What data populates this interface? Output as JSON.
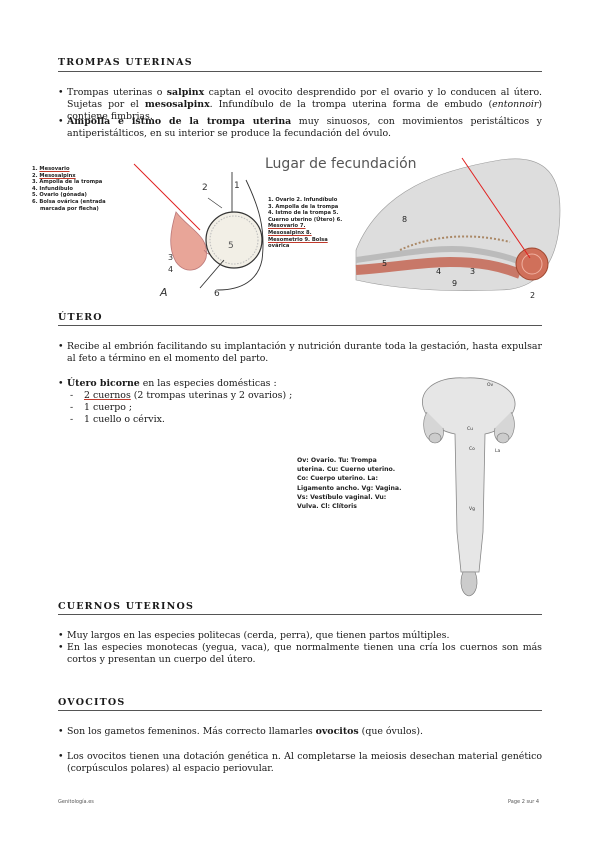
{
  "sections": {
    "trompas": {
      "heading": "TROMPAS UTERINAS",
      "b1": {
        "p1": "Trompas uterinas o ",
        "s1": "salpinx",
        "p2": " captan el ovocito desprendido por el ovario y lo conducen al útero. Sujetas por el ",
        "s2": "mesosalpinx",
        "p3": ". Infundíbulo de la trompa uterina forma de embudo (",
        "i1": "entonnoir",
        "p4": ") contiene fimbrias."
      },
      "b2": {
        "s1": "Ampolla e istmo de la trompa uterina",
        "p1": " muy sinuosos, con movimientos peristálticos y antiperistálticos, en su interior se produce la fecundación del óvulo."
      }
    },
    "figure1": {
      "legend": [
        "Mesovario",
        "Mesosalpinx",
        "Ampolla de la trompa",
        "Infundíbulo",
        "Ovario (gónada)",
        "Bolsa ovárica (entrada",
        "marcada por flecha)"
      ],
      "numbers": [
        "1.",
        "2.",
        "3.",
        "4.",
        "5.",
        "6."
      ],
      "diagram_labels": [
        "2",
        "1",
        "5",
        "3",
        "4",
        "A",
        "6"
      ],
      "title": "Lugar de fecundación",
      "legend2": [
        "1. Ovario  2. Infundíbulo",
        "3. Ampolla de la trompa",
        "4. Istmo de la trompa 5.",
        "Cuerno uterino (Útero) 6.",
        "Mesovario              7.",
        "Mesosalpinx            8.",
        "Mesometrio     9.   Bolsa",
        "ovárica"
      ],
      "photo_labels": [
        "8",
        "5",
        "4",
        "9",
        "3",
        "2"
      ]
    },
    "utero": {
      "heading": "ÚTERO",
      "b1": "Recibe al embrión facilitando su implantación y nutrición durante toda la gestación, hasta expulsar al feto a término en el momento del parto.",
      "b2": {
        "s1": "Útero bicorne",
        "p1": " en las especies domésticas :"
      },
      "subs": [
        {
          "u": "2 cuernos",
          "t": " (2 trompas uterinas y 2 ovarios) ;"
        },
        {
          "u": "",
          "t": "1 cuerpo ;"
        },
        {
          "u": "",
          "t": "1 cuello o cérvix."
        }
      ],
      "figure_legend": [
        "Ov: Ovario. Tu: Trompa",
        "uterina. Cu: Cuerno uterino.",
        "Co: Cuerpo uterino. La:",
        "Ligamento ancho. Vg: Vagina.",
        "Vs: Vestíbulo vaginal. Vu:",
        "Vulva. Cl: Clítoris"
      ],
      "figure_labels": [
        "Ov",
        "Cu",
        "Co",
        "La",
        "Vg"
      ]
    },
    "cuernos": {
      "heading": "CUERNOS UTERINOS",
      "b1": "Muy largos en las especies politecas (cerda, perra), que tienen partos múltiples.",
      "b2": "En las especies monotecas (yegua, vaca), que normalmente tienen una cría los cuernos son más cortos y presentan un cuerpo del útero."
    },
    "ovocitos": {
      "heading": "OVOCITOS",
      "b1": {
        "p1": "Son los gametos femeninos. Más correcto llamarles ",
        "s1": "ovocitos",
        "p2": " (que óvulos)."
      },
      "b2": "Los ovocitos tienen una dotación genética n. Al completarse la meiosis desechan material genético (corpúsculos polares) al espacio periovular."
    }
  },
  "footer": {
    "left": "Genitología.es",
    "right": "Page 2 sur 4"
  },
  "colors": {
    "arrow": "#e0201f",
    "tissue": "#e8a598",
    "text": "#1a1a1a",
    "rule": "#555555"
  }
}
